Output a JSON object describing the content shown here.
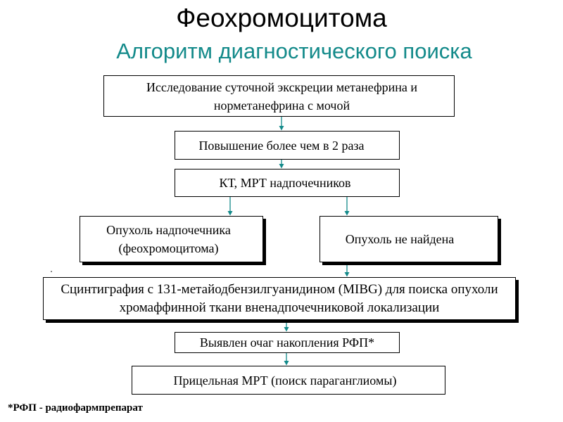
{
  "slide": {
    "title": "Феохромоцитома",
    "subtitle": "Алгоритм диагностического поиска",
    "footnote": "*РФП - радиофармпрепарат"
  },
  "flowchart": {
    "nodes": {
      "urine_test": "Исследование суточной экскреции метанефрина и норметанефрина с мочой",
      "elevation": "Повышение более чем в 2 раза",
      "imaging": "КТ, МРТ надпочечников",
      "tumor_found": "Опухоль надпочечника (феохромоцитома)",
      "tumor_not_found": "Опухоль не найдена",
      "mibg": "Сцинтиграфия с 131-метайодбензилгуанидином (MIBG) для поиска опухоли хромаффинной ткани вненадпочечниковой локализации",
      "focus_found": "Выявлен очаг накопления РФП*",
      "targeted_mri": "Прицельная МРТ (поиск параганглиомы)"
    },
    "edges": [
      {
        "from": "urine_test",
        "to": "elevation"
      },
      {
        "from": "elevation",
        "to": "imaging"
      },
      {
        "from": "imaging",
        "to": "tumor_found"
      },
      {
        "from": "imaging",
        "to": "tumor_not_found"
      },
      {
        "from": "tumor_not_found",
        "to": "mibg"
      },
      {
        "from": "mibg",
        "to": "focus_found"
      },
      {
        "from": "focus_found",
        "to": "targeted_mri"
      }
    ],
    "colors": {
      "arrow": "#138a8a",
      "subtitle": "#138a8a",
      "border": "#000000"
    }
  }
}
